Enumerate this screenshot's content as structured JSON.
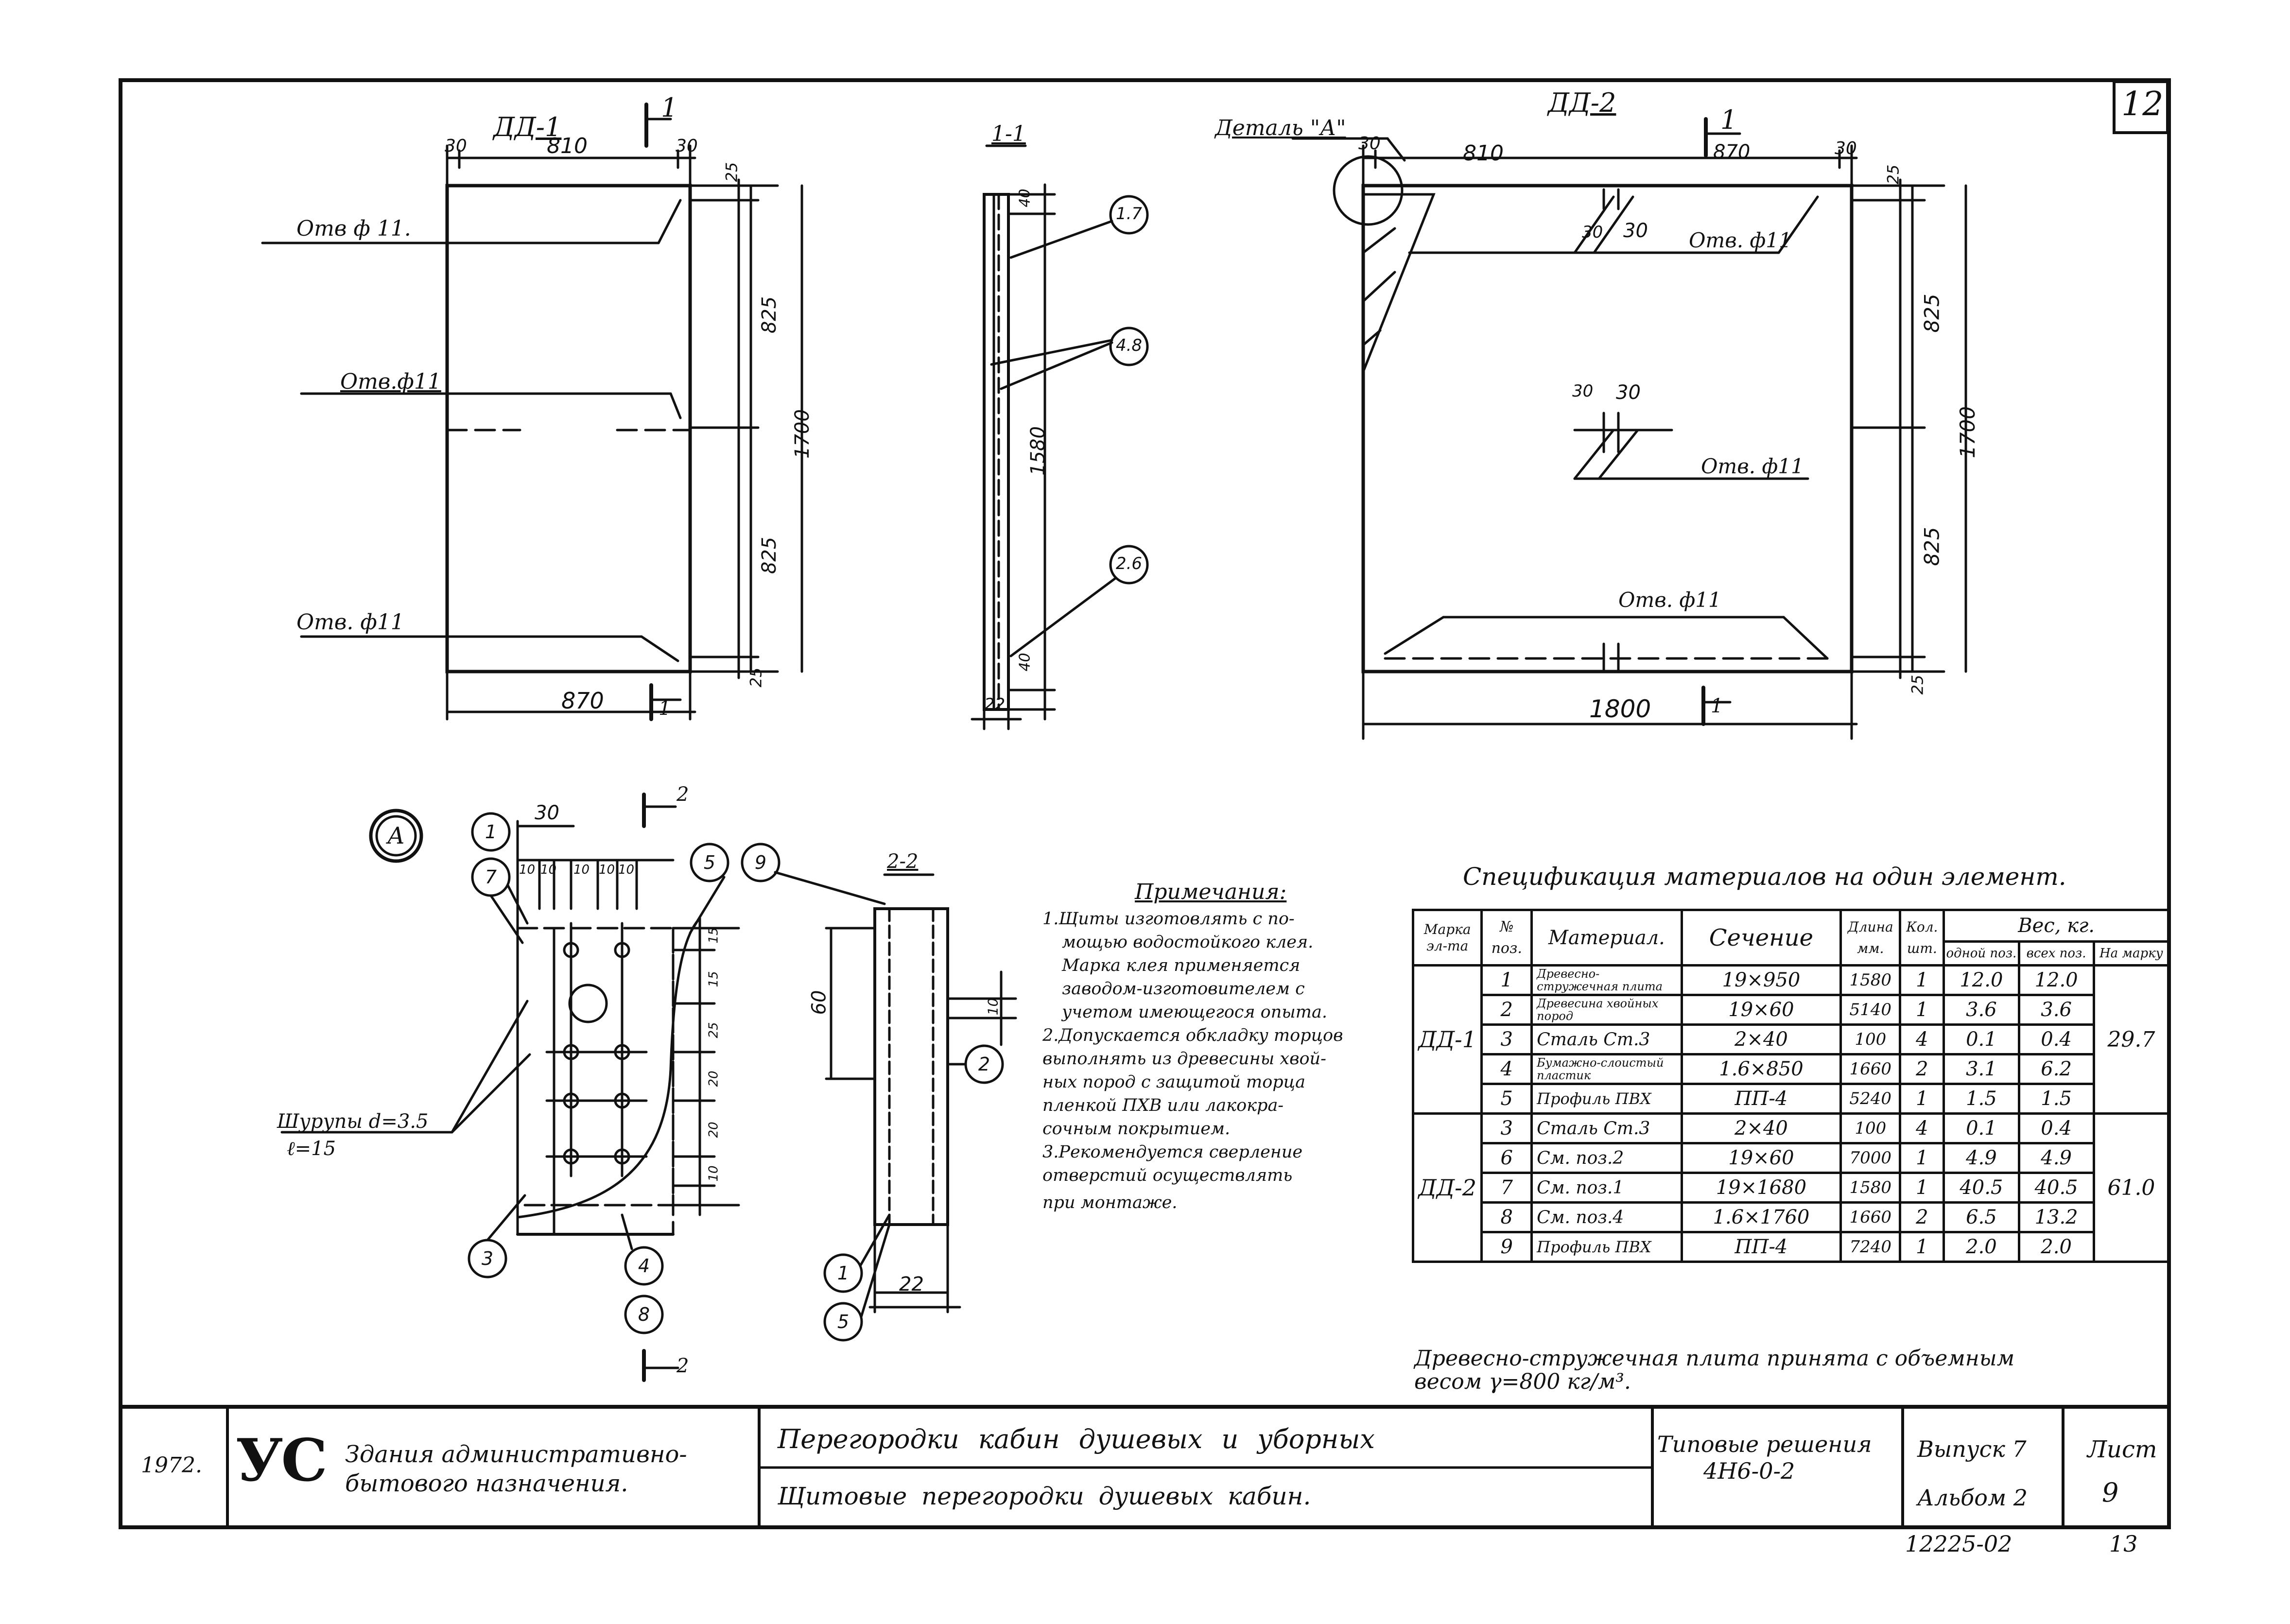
{
  "sheet": {
    "page_number": "12",
    "stamp_number": "12225-02",
    "bottom_right_number": "13"
  },
  "drawing_dd1": {
    "title": "ДД-1",
    "section_marker": "1",
    "dims_top": [
      "30",
      "810",
      "30"
    ],
    "dim_right_top": "25",
    "dims_right": [
      "825",
      "825"
    ],
    "dim_total_height": "1700",
    "dim_bottom": "870",
    "dim_right_bottom": "25",
    "bottom_section_marker": "1",
    "labels": [
      "Отв ф 11.",
      "Отв.ф11",
      "Отв. ф11"
    ]
  },
  "section_11": {
    "title": "1-1",
    "dims": [
      "40",
      "1580",
      "40"
    ],
    "dim_bottom": "22",
    "callouts": [
      "1.7",
      "4.8",
      "2.6"
    ]
  },
  "drawing_dd2": {
    "title": "ДД-2",
    "detail_label": "Деталь \"А\"",
    "section_marker": "1",
    "dims_top": [
      "30",
      "810",
      "870",
      "30"
    ],
    "dim_right_top": "25",
    "dims_right": [
      "825",
      "825"
    ],
    "dim_total_height": "1700",
    "dim_bottom": "1800",
    "dim_right_bottom": "25",
    "bottom_section_marker": "1",
    "inner_dims_a": [
      "30",
      "30"
    ],
    "inner_dims_b": [
      "30",
      "30"
    ],
    "labels": [
      "Отв. ф11",
      "Отв. ф11",
      "Отв. ф11"
    ]
  },
  "detail_a": {
    "letter": "А",
    "callouts_left": [
      "1",
      "7"
    ],
    "callouts_right": [
      "5",
      "9"
    ],
    "callouts_bottom": [
      "3",
      "4",
      "8"
    ],
    "dim_top": "30",
    "dims_row": [
      "10",
      "10",
      "10",
      "10",
      "10"
    ],
    "dims_right": [
      "15",
      "15",
      "25",
      "20",
      "20",
      "10"
    ],
    "section_marker": "2",
    "bottom_marker": "2",
    "screws_label_1": "Шурупы d=3.5",
    "screws_label_2": "ℓ=15"
  },
  "section_22": {
    "title": "2-2",
    "dim_height": "60",
    "dim_right": "10",
    "dim_bottom": "22",
    "callouts": [
      "2",
      "1",
      "5"
    ]
  },
  "notes": {
    "title": "Примечания:",
    "items": [
      "1.Щиты изготовлять с по-",
      "мощью водостойкого клея.",
      "Марка клея применяется",
      "заводом-изготовителем с",
      "учетом имеющегося опыта.",
      "2.Допускается обкладку торцов",
      "выполнять из древесины хвой-",
      "ных пород с защитой торца",
      "пленкой ПХВ или лакокра-",
      "сочным покрытием.",
      "3.Рекомендуется сверление",
      "отверстий осуществлять",
      "при монтаже."
    ]
  },
  "spec_table": {
    "title": "Спецификация материалов на один элемент.",
    "headers": {
      "mark": "Марка эл-та",
      "pos": "№ поз.",
      "material": "Материал.",
      "section": "Сечение",
      "length": "Длина мм.",
      "qty": "Кол. шт.",
      "weight": "Вес, кг.",
      "one_pos": "одной поз.",
      "all_pos": "всех поз.",
      "per_mark": "На марку"
    },
    "groups": [
      {
        "mark": "ДД-1",
        "total": "29.7",
        "rows": [
          {
            "pos": "1",
            "material": "Древесно-стружечная плита",
            "section": "19×950",
            "length": "1580",
            "qty": "1",
            "w1": "12.0",
            "w2": "12.0"
          },
          {
            "pos": "2",
            "material": "Древесина хвойных пород",
            "section": "19×60",
            "length": "5140",
            "qty": "1",
            "w1": "3.6",
            "w2": "3.6"
          },
          {
            "pos": "3",
            "material": "Сталь Ст.3",
            "section": "2×40",
            "length": "100",
            "qty": "4",
            "w1": "0.1",
            "w2": "0.4"
          },
          {
            "pos": "4",
            "material": "Бумажно-слоистый пластик",
            "section": "1.6×850",
            "length": "1660",
            "qty": "2",
            "w1": "3.1",
            "w2": "6.2"
          },
          {
            "pos": "5",
            "material": "Профиль ПВХ",
            "section": "ПП-4",
            "length": "5240",
            "qty": "1",
            "w1": "1.5",
            "w2": "1.5"
          }
        ]
      },
      {
        "mark": "ДД-2",
        "total": "61.0",
        "rows": [
          {
            "pos": "3",
            "material": "Сталь Ст.3",
            "section": "2×40",
            "length": "100",
            "qty": "4",
            "w1": "0.1",
            "w2": "0.4"
          },
          {
            "pos": "6",
            "material": "См. поз.2",
            "section": "19×60",
            "length": "7000",
            "qty": "1",
            "w1": "4.9",
            "w2": "4.9"
          },
          {
            "pos": "7",
            "material": "См. поз.1",
            "section": "19×1680",
            "length": "1580",
            "qty": "1",
            "w1": "40.5",
            "w2": "40.5"
          },
          {
            "pos": "8",
            "material": "См. поз.4",
            "section": "1.6×1760",
            "length": "1660",
            "qty": "2",
            "w1": "6.5",
            "w2": "13.2"
          },
          {
            "pos": "9",
            "material": "Профиль ПВХ",
            "section": "ПП-4",
            "length": "7240",
            "qty": "1",
            "w1": "2.0",
            "w2": "2.0"
          }
        ]
      }
    ],
    "footnote_1": "Древесно-стружечная плита принята с объемным",
    "footnote_2": "весом γ=800 кг/м³."
  },
  "title_block": {
    "year": "1972.",
    "logo": "УС",
    "org_line1": "Здания административно-",
    "org_line2": "бытового назначения.",
    "subject_line1": "Перегородки кабин душевых и уборных",
    "subject_line2": "Щитовые перегородки душевых кабин.",
    "series_line1": "Типовые решения",
    "series_line2": "4Н6-0-2",
    "issue_line1": "Выпуск 7",
    "issue_line2": "Альбом 2",
    "sheet_label": "Лист",
    "sheet_number": "9"
  }
}
